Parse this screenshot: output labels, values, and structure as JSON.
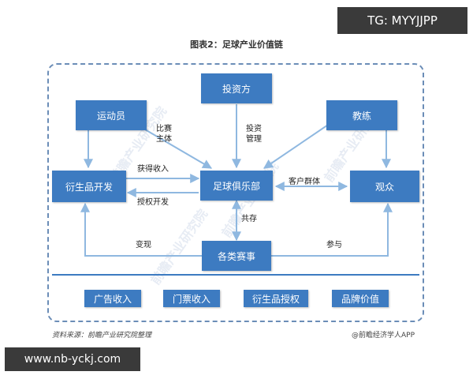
{
  "watermarks": {
    "top_right": "TG: MYYJJPP",
    "bottom_left": "www.nb-yckj.com"
  },
  "title": "图表2：足球产业价值链",
  "nodes": {
    "investor": "投资方",
    "athlete": "运动员",
    "coach": "教练",
    "merch_dev": "衍生品开发",
    "club": "足球俱乐部",
    "audience": "观众",
    "events": "各类赛事"
  },
  "edge_labels": {
    "match_subject": "比赛\n主体",
    "invest_manage": "投资\n管理",
    "get_income": "获得收入",
    "license_dev": "授权开发",
    "customer_group": "客户群体",
    "coexist": "共存",
    "monetize": "变现",
    "participate": "参与"
  },
  "revenues": [
    "广告收入",
    "门票收入",
    "衍生品授权",
    "品牌价值"
  ],
  "footer": {
    "source": "资料来源：前瞻产业研究院整理",
    "brand": "@前瞻经济学人APP"
  },
  "colors": {
    "node": "#3d7bc1",
    "arrow": "#8fb8e0",
    "frame": "#6b8db7"
  }
}
